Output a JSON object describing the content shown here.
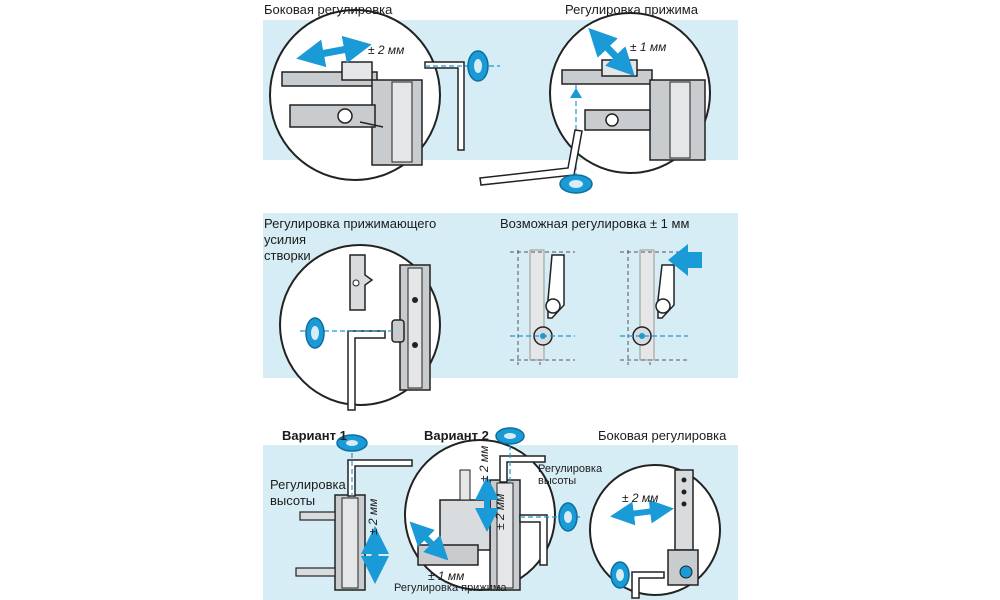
{
  "section1": {
    "left_title": "Боковая регулировка",
    "left_tolerance": "± 2 мм",
    "right_title": "Регулировка прижима",
    "right_tolerance": "± 1 мм"
  },
  "section2": {
    "left_title_line1": "Регулировка прижимающего",
    "left_title_line2": "усилия",
    "left_title_line3": "створки",
    "right_title": "Возможная регулировка ± 1 мм"
  },
  "section3": {
    "variant1_title": "Вариант 1",
    "variant1_height_line1": "Регулировка",
    "variant1_height_line2": "высоты",
    "variant1_tolerance": "± 2 мм",
    "variant2_title": "Вариант 2",
    "variant2_tolerance_top": "± 2 мм",
    "variant2_height_line1": "Регулировка",
    "variant2_height_line2": "высоты",
    "variant2_tolerance_side": "± 2 мм",
    "variant2_press_tolerance": "± 1 мм",
    "variant2_press_label": "Регулировка прижима",
    "side_title": "Боковая регулировка",
    "side_tolerance": "± 2 мм"
  },
  "colors": {
    "panel_bg": "#d6edf5",
    "arrow_blue": "#1a9ad6",
    "metal_grey": "#c9cccf",
    "outline": "#222222"
  }
}
